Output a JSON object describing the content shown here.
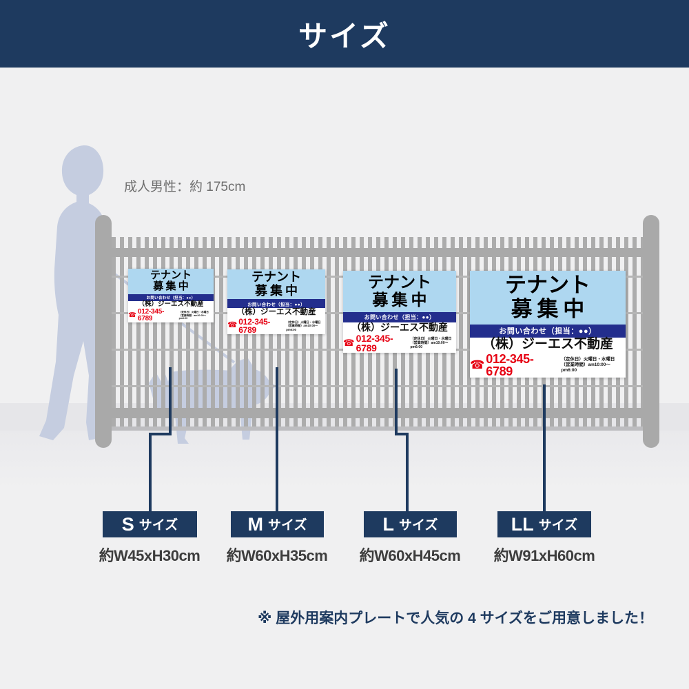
{
  "header": {
    "title": "サイズ"
  },
  "reference": {
    "adult_male": "成人男性：約 175cm"
  },
  "sign": {
    "title_line1": "テナント",
    "title_line2": "募集中",
    "contact_strip": "お問い合わせ（担当：●●）",
    "company": "（株）ジーエス不動産",
    "phone_icon": "☎",
    "phone": "012-345-6789",
    "closed_note": "（定休日）火曜日・水曜日",
    "hours_note": "（営業時間）am10:00～pm6:00"
  },
  "sizes": [
    {
      "letter": "S",
      "unit": "サイズ",
      "dimensions": "約W45xH30cm"
    },
    {
      "letter": "M",
      "unit": "サイズ",
      "dimensions": "約W60xH35cm"
    },
    {
      "letter": "L",
      "unit": "サイズ",
      "dimensions": "約W60xH45cm"
    },
    {
      "letter": "LL",
      "unit": "サイズ",
      "dimensions": "約W91xH60cm"
    }
  ],
  "footnote": "※ 屋外用案内プレートで人気の 4 サイズをご用意しました！",
  "colors": {
    "header_navy": "#1e3a5f",
    "sign_blue": "#aed7f0",
    "strip_blue": "#232e8d",
    "phone_red": "#e60012",
    "silhouette": "#c5cde0",
    "fence_gray": "#a9a9a9"
  }
}
